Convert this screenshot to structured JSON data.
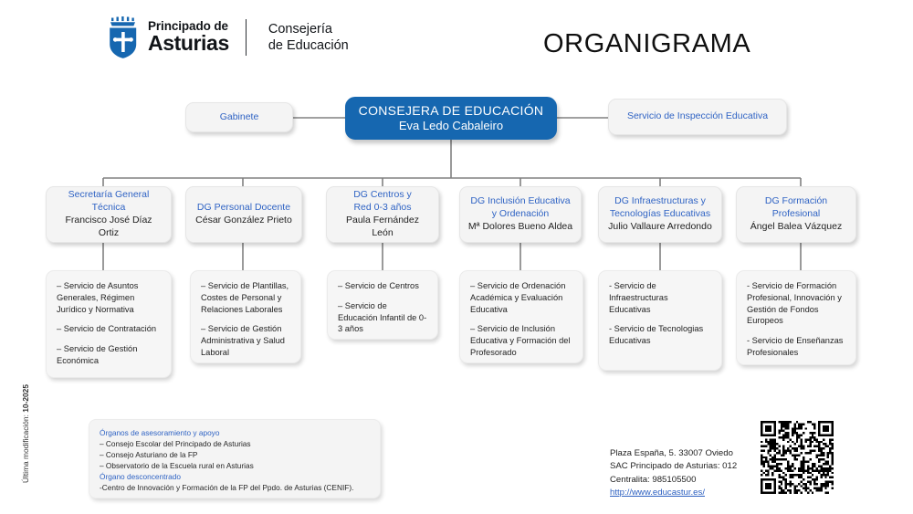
{
  "header": {
    "logo_line1": "Principado de",
    "logo_line2": "Asturias",
    "logo_sub_line1": "Consejería",
    "logo_sub_line2": "de Educación",
    "title": "ORGANIGRAMA"
  },
  "colors": {
    "root_blue": "#1667b0",
    "label_blue": "#2f63c4",
    "link_blue": "#2b5fc0",
    "box_grey": "#f4f4f4",
    "connector_grey": "#808080"
  },
  "root": {
    "title": "CONSEJERA DE EDUCACIÓN",
    "person": "Eva Ledo Cabaleiro"
  },
  "side_nodes": {
    "left": {
      "title": "Gabinete"
    },
    "right": {
      "title": "Servicio de Inspección Educativa"
    }
  },
  "departments": [
    {
      "title": "Secretaría General Técnica",
      "person": "Francisco José Díaz Ortiz",
      "services": [
        "– Servicio de Asuntos Generales, Régimen Jurídico y Normativa",
        "– Servicio de Contratación",
        "– Servicio de Gestión Económica"
      ]
    },
    {
      "title": "DG Personal Docente",
      "person": "César González Prieto",
      "services": [
        "– Servicio de Plantillas, Costes de Personal y Relaciones Laborales",
        "– Servicio de Gestión Administrativa y Salud Laboral"
      ]
    },
    {
      "title": "DG Centros y\nRed 0-3 años",
      "person": "Paula Fernández León",
      "services": [
        "– Servicio de Centros",
        "– Servicio de Educación Infantil de 0-3 años"
      ]
    },
    {
      "title": "DG Inclusión Educativa y Ordenación",
      "person": "Mª Dolores Bueno Aldea",
      "services": [
        "– Servicio de Ordenación Académica y Evaluación Educativa",
        "– Servicio de Inclusión Educativa y Formación del Profesorado"
      ]
    },
    {
      "title": "DG Infraestructuras y Tecnologías Educativas",
      "person": "Julio Vallaure Arredondo",
      "services": [
        "- Servicio de Infraestructuras Educativas",
        "- Servicio de Tecnologias Educativas"
      ]
    },
    {
      "title": "DG Formación Profesional",
      "person": "Ángel Balea Vázquez",
      "services": [
        "- Servicio de Formación Profesional, Innovación y Gestión de Fondos Europeos",
        "- Servicio de Enseñanzas Profesionales"
      ]
    }
  ],
  "advisory": {
    "heading_1": "Órganos de asesoramiento y apoyo",
    "items_1": [
      "– Consejo Escolar del Principado de  Asturias",
      "– Consejo Asturiano de la FP",
      "– Observatorio de la Escuela rural en Asturias"
    ],
    "heading_2": "Órgano desconcentrado",
    "items_2": [
      "-Centro de Innovación y Formación de la FP del Ppdo. de Asturias (CENIF)."
    ]
  },
  "contact": {
    "address": "Plaza España, 5. 33007 Oviedo",
    "sac": "SAC  Principado de Asturias:  012",
    "switchboard": "Centralita: 985105500",
    "url": "http://www.educastur.es/"
  },
  "footer": {
    "last_modified_label": "Última modificación:",
    "last_modified_value": "10-2025"
  },
  "icons": {
    "shield": "shield-icon",
    "qr": "qr-code-icon"
  }
}
